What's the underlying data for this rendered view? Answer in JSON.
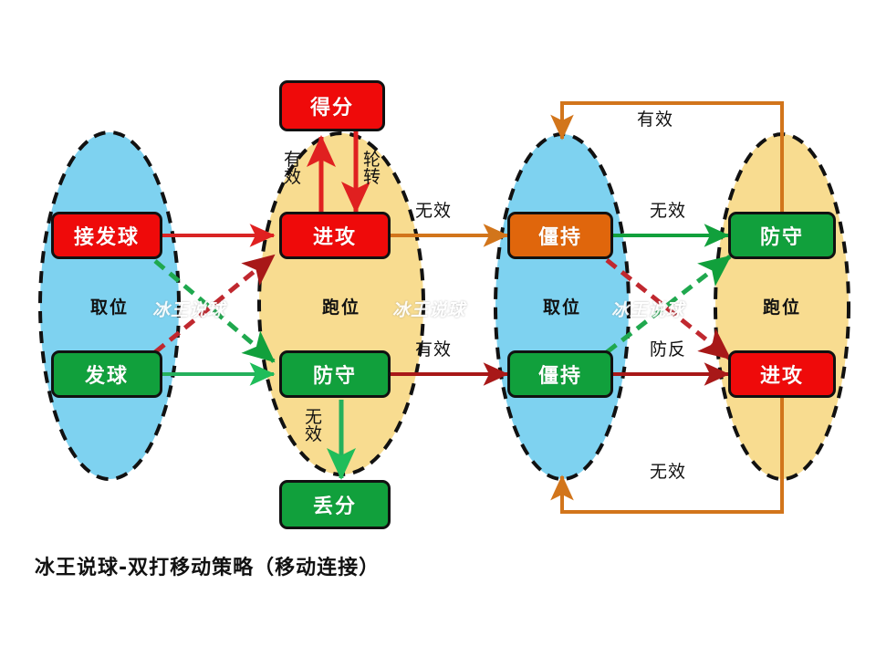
{
  "diagram": {
    "caption": "冰王说球-双打移动策略（移动连接）",
    "watermark_text": "冰王说球",
    "colors": {
      "zone_position": "#7ed2f0",
      "zone_running": "#f8dc90",
      "node_red": "#ef0a0a",
      "node_green": "#11a03c",
      "node_orange": "#e0660c",
      "arrow_red": "#e02020",
      "arrow_darkred": "#a81818",
      "arrow_green": "#11a03c",
      "arrow_green_light": "#1fbd5a",
      "arrow_orange": "#d2751b",
      "border": "#111111"
    },
    "zones": [
      {
        "id": "z1",
        "label": "取位",
        "fill": "#7ed2f0"
      },
      {
        "id": "z2",
        "label": "跑位",
        "fill": "#f8dc90"
      },
      {
        "id": "z3",
        "label": "取位",
        "fill": "#7ed2f0"
      },
      {
        "id": "z4",
        "label": "跑位",
        "fill": "#f8dc90"
      }
    ],
    "nodes": [
      {
        "id": "score",
        "label": "得分",
        "style": "n-red"
      },
      {
        "id": "receive",
        "label": "接发球",
        "style": "n-red"
      },
      {
        "id": "serve",
        "label": "发球",
        "style": "n-green"
      },
      {
        "id": "attack1",
        "label": "进攻",
        "style": "n-red"
      },
      {
        "id": "defend1",
        "label": "防守",
        "style": "n-green"
      },
      {
        "id": "lose",
        "label": "丢分",
        "style": "n-green"
      },
      {
        "id": "stall1",
        "label": "僵持",
        "style": "n-orange"
      },
      {
        "id": "stall2",
        "label": "僵持",
        "style": "n-green"
      },
      {
        "id": "defend2",
        "label": "防守",
        "style": "n-green"
      },
      {
        "id": "attack2",
        "label": "进攻",
        "style": "n-red"
      }
    ],
    "edge_labels": {
      "score_up": "有效",
      "score_down": "轮转",
      "attack1_to_stall1": "无效",
      "defend1_to_stall2": "有效",
      "defend1_to_lose": "无效",
      "stall1_to_defend2": "无效",
      "stall2_to_attack2": "防反",
      "defend2_loop": "有效",
      "attack2_loop": "无效"
    }
  }
}
